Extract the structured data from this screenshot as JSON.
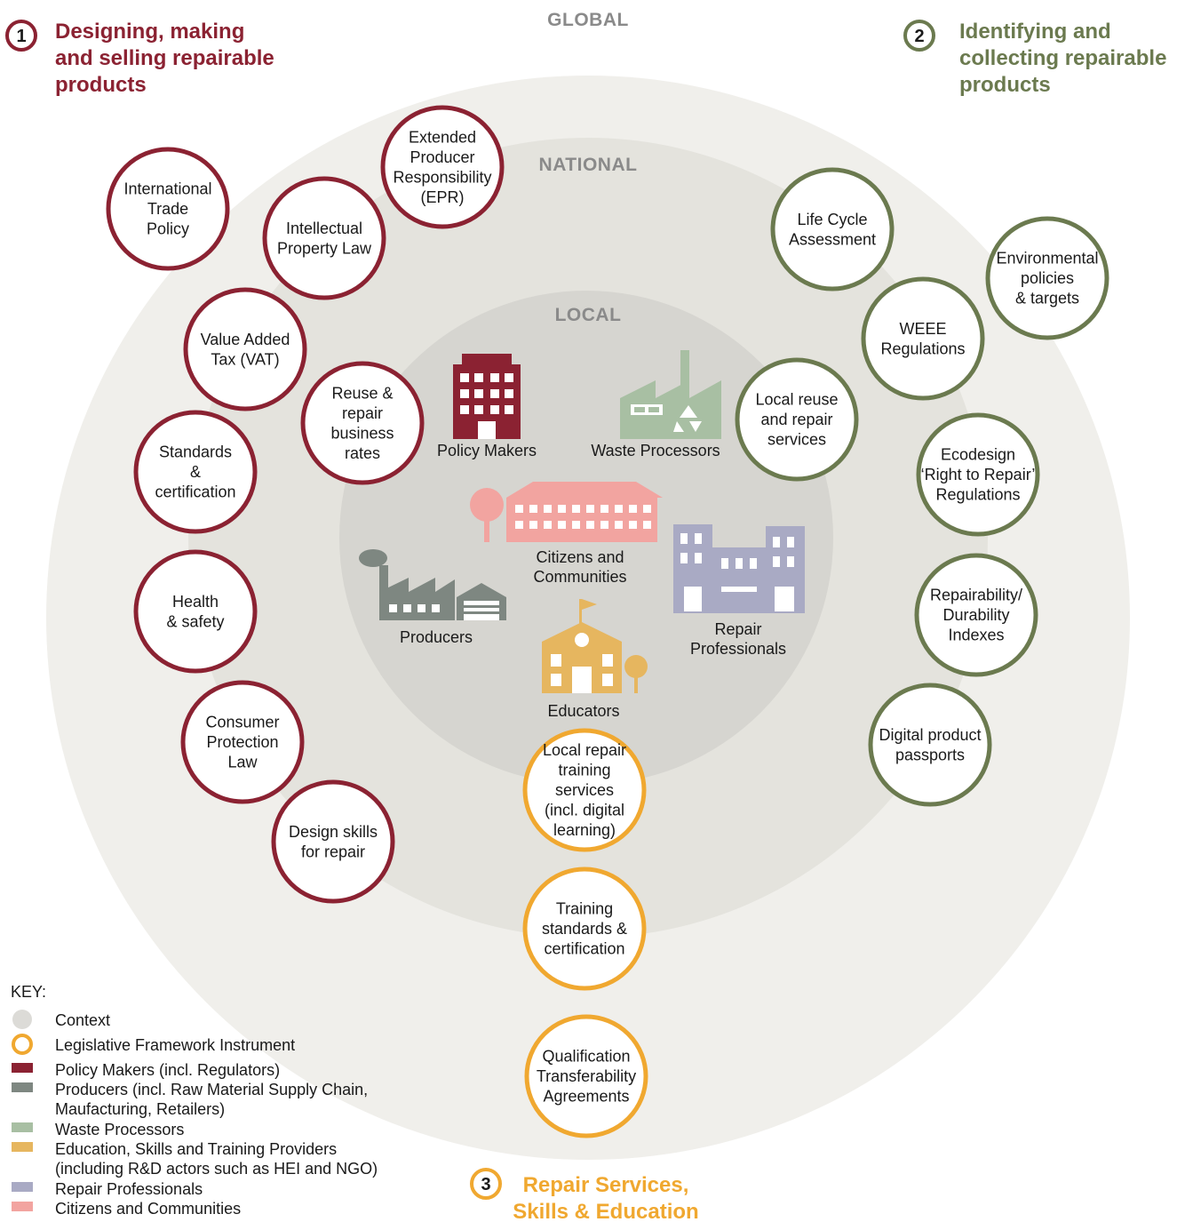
{
  "colors": {
    "policy": "#8b2232",
    "producers": "#7e8781",
    "waste": "#a8bfa3",
    "education": "#e6b65f",
    "repair": "#a9aac4",
    "citizens": "#f2a4a0",
    "ring_green": "#6b7a4f",
    "ring_orange": "#f0a830"
  },
  "rings": {
    "global": "GLOBAL",
    "national": "NATIONAL",
    "local": "LOCAL"
  },
  "sections": {
    "s1": {
      "num": "1",
      "lines": [
        "Designing, making",
        "and selling repairable",
        "products"
      ]
    },
    "s2": {
      "num": "2",
      "lines": [
        "Identifying and",
        "collecting repairable",
        "products"
      ]
    },
    "s3": {
      "num": "3",
      "lines": [
        "Repair Services,",
        "Skills & Education"
      ]
    }
  },
  "instruments": [
    {
      "group": "policy",
      "lines": [
        "Extended",
        "Producer",
        "Responsibility",
        "(EPR)"
      ]
    },
    {
      "group": "policy",
      "lines": [
        "International",
        "Trade",
        "Policy"
      ]
    },
    {
      "group": "policy",
      "lines": [
        "Intellectual",
        "Property Law"
      ]
    },
    {
      "group": "policy",
      "lines": [
        "Value Added",
        "Tax (VAT)"
      ]
    },
    {
      "group": "policy",
      "lines": [
        "Reuse &",
        "repair",
        "business",
        "rates"
      ]
    },
    {
      "group": "policy",
      "lines": [
        "Standards",
        "&",
        "certification"
      ]
    },
    {
      "group": "policy",
      "lines": [
        "Health",
        "& safety"
      ]
    },
    {
      "group": "policy",
      "lines": [
        "Consumer",
        "Protection",
        "Law"
      ]
    },
    {
      "group": "policy",
      "lines": [
        "Design skills",
        "for repair"
      ]
    },
    {
      "group": "green",
      "lines": [
        "Life Cycle",
        "Assessment"
      ]
    },
    {
      "group": "green",
      "lines": [
        "Environmental",
        "policies",
        "& targets"
      ]
    },
    {
      "group": "green",
      "lines": [
        "WEEE",
        "Regulations"
      ]
    },
    {
      "group": "green",
      "lines": [
        "Local reuse",
        "and repair",
        "services"
      ]
    },
    {
      "group": "green",
      "lines": [
        "Ecodesign",
        "‘Right to Repair’",
        "Regulations"
      ]
    },
    {
      "group": "green",
      "lines": [
        "Repairability/",
        "Durability",
        "Indexes"
      ]
    },
    {
      "group": "green",
      "lines": [
        "Digital product",
        "passports"
      ]
    },
    {
      "group": "orange",
      "lines": [
        "Local repair",
        "training",
        "services",
        "(incl. digital",
        "learning)"
      ]
    },
    {
      "group": "orange",
      "lines": [
        "Training",
        "standards &",
        "certification"
      ]
    },
    {
      "group": "orange",
      "lines": [
        "Qualification",
        "Transferability",
        "Agreements"
      ]
    }
  ],
  "actors": {
    "policy_makers": [
      "Policy Makers"
    ],
    "waste_processors": [
      "Waste Processors"
    ],
    "citizens": [
      "Citizens and",
      "Communities"
    ],
    "producers": [
      "Producers"
    ],
    "repair_professionals": [
      "Repair",
      "Professionals"
    ],
    "educators": [
      "Educators"
    ]
  },
  "key": {
    "title": "KEY:",
    "items": [
      {
        "swatch": "circle-context",
        "lines": [
          "Context"
        ]
      },
      {
        "swatch": "circle-instrument",
        "lines": [
          "Legislative Framework Instrument"
        ]
      },
      {
        "swatch": "policy",
        "lines": [
          "Policy Makers (incl. Regulators)"
        ]
      },
      {
        "swatch": "producers",
        "lines": [
          "Producers (incl. Raw Material Supply Chain,",
          "Maufacturing, Retailers)"
        ]
      },
      {
        "swatch": "waste",
        "lines": [
          "Waste Processors"
        ]
      },
      {
        "swatch": "education",
        "lines": [
          "Education, Skills and Training Providers",
          "(including R&D actors such as HEI and NGO)"
        ]
      },
      {
        "swatch": "repair",
        "lines": [
          "Repair Professionals"
        ]
      },
      {
        "swatch": "citizens",
        "lines": [
          "Citizens and Communities"
        ]
      }
    ]
  }
}
